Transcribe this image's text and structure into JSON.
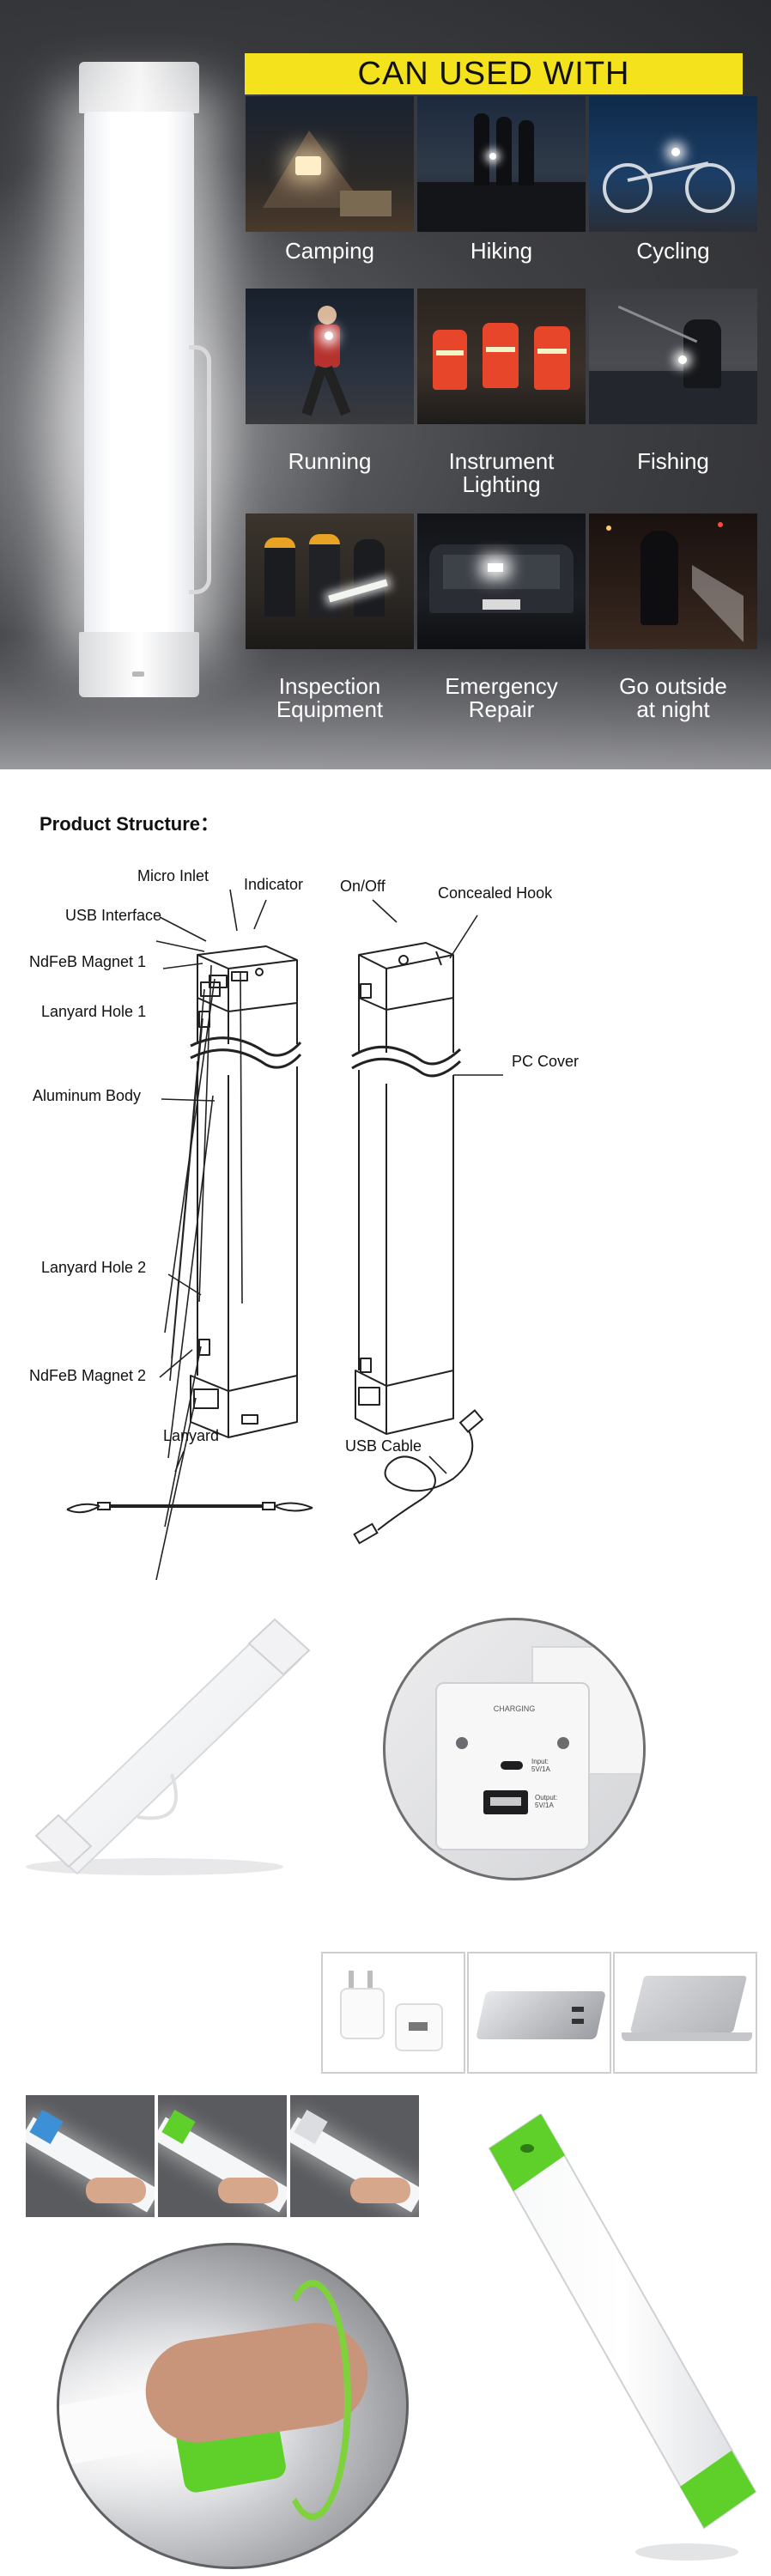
{
  "banner": {
    "title": "CAN USED WITH",
    "scenes": [
      {
        "label": "Camping"
      },
      {
        "label": "Hiking"
      },
      {
        "label": "Cycling"
      },
      {
        "label": "Running"
      },
      {
        "label": "Instrument\nLighting",
        "line1": "Instrument",
        "line2": "Lighting"
      },
      {
        "label": "Fishing"
      },
      {
        "label": "Inspection Equipment",
        "line1": "Inspection",
        "line2": "Equipment"
      },
      {
        "label": "Emergency Repair",
        "line1": "Emergency",
        "line2": "Repair"
      },
      {
        "label": "Go outside at night",
        "line1": "Go outside",
        "line2": "at night"
      }
    ]
  },
  "structure": {
    "title": "Product Structure：",
    "labels": {
      "micro_inlet": "Micro  Inlet",
      "indicator": "Indicator",
      "usb_interface": "USB Interface",
      "magnet1": "NdFeB  Magnet 1",
      "lanyard_hole1": "Lanyard Hole 1",
      "aluminum_body": "Aluminum Body",
      "lanyard_hole2": "Lanyard Hole 2",
      "magnet2": "NdFeB Magnet 2",
      "on_off": "On/Off",
      "concealed_hook": "Concealed Hook",
      "pc_cover": "PC Cover",
      "lanyard": "Lanyard",
      "usb_cable": "USB Cable"
    }
  },
  "ports": {
    "charging": "CHARGING",
    "input": "Input:\n5V/1A",
    "input_l1": "Input:",
    "input_l2": "5V/1A",
    "output_l1": "Output:",
    "output_l2": "5V/1A"
  },
  "colors": {
    "banner_yellow": "#f4e21c",
    "cap_green": "#5fcf2a",
    "cap_blue": "#3d8fd6"
  }
}
